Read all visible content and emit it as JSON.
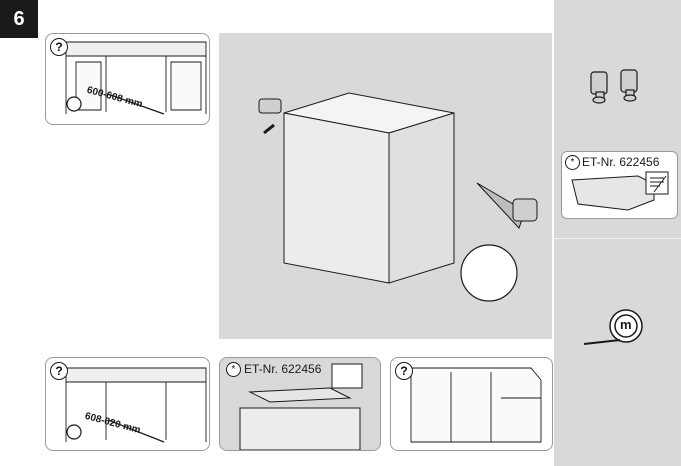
{
  "step": {
    "number": "6"
  },
  "top_left_panel": {
    "question_icon": "?",
    "dimension": "600-608 mm"
  },
  "side": {
    "part_label": "ET-Nr. 622456",
    "part_star": "*",
    "tape_label": "m"
  },
  "bottom_left_panel": {
    "question_icon": "?",
    "dimension": "608-620 mm"
  },
  "bottom_mid_panel": {
    "part_label": "ET-Nr. 622456",
    "part_star": "*"
  },
  "bottom_right_panel": {
    "question_icon": "?"
  },
  "colors": {
    "accent_gray": "#d9d9d9",
    "dark": "#1a1a1a",
    "panel_border": "#9a9a9a"
  }
}
